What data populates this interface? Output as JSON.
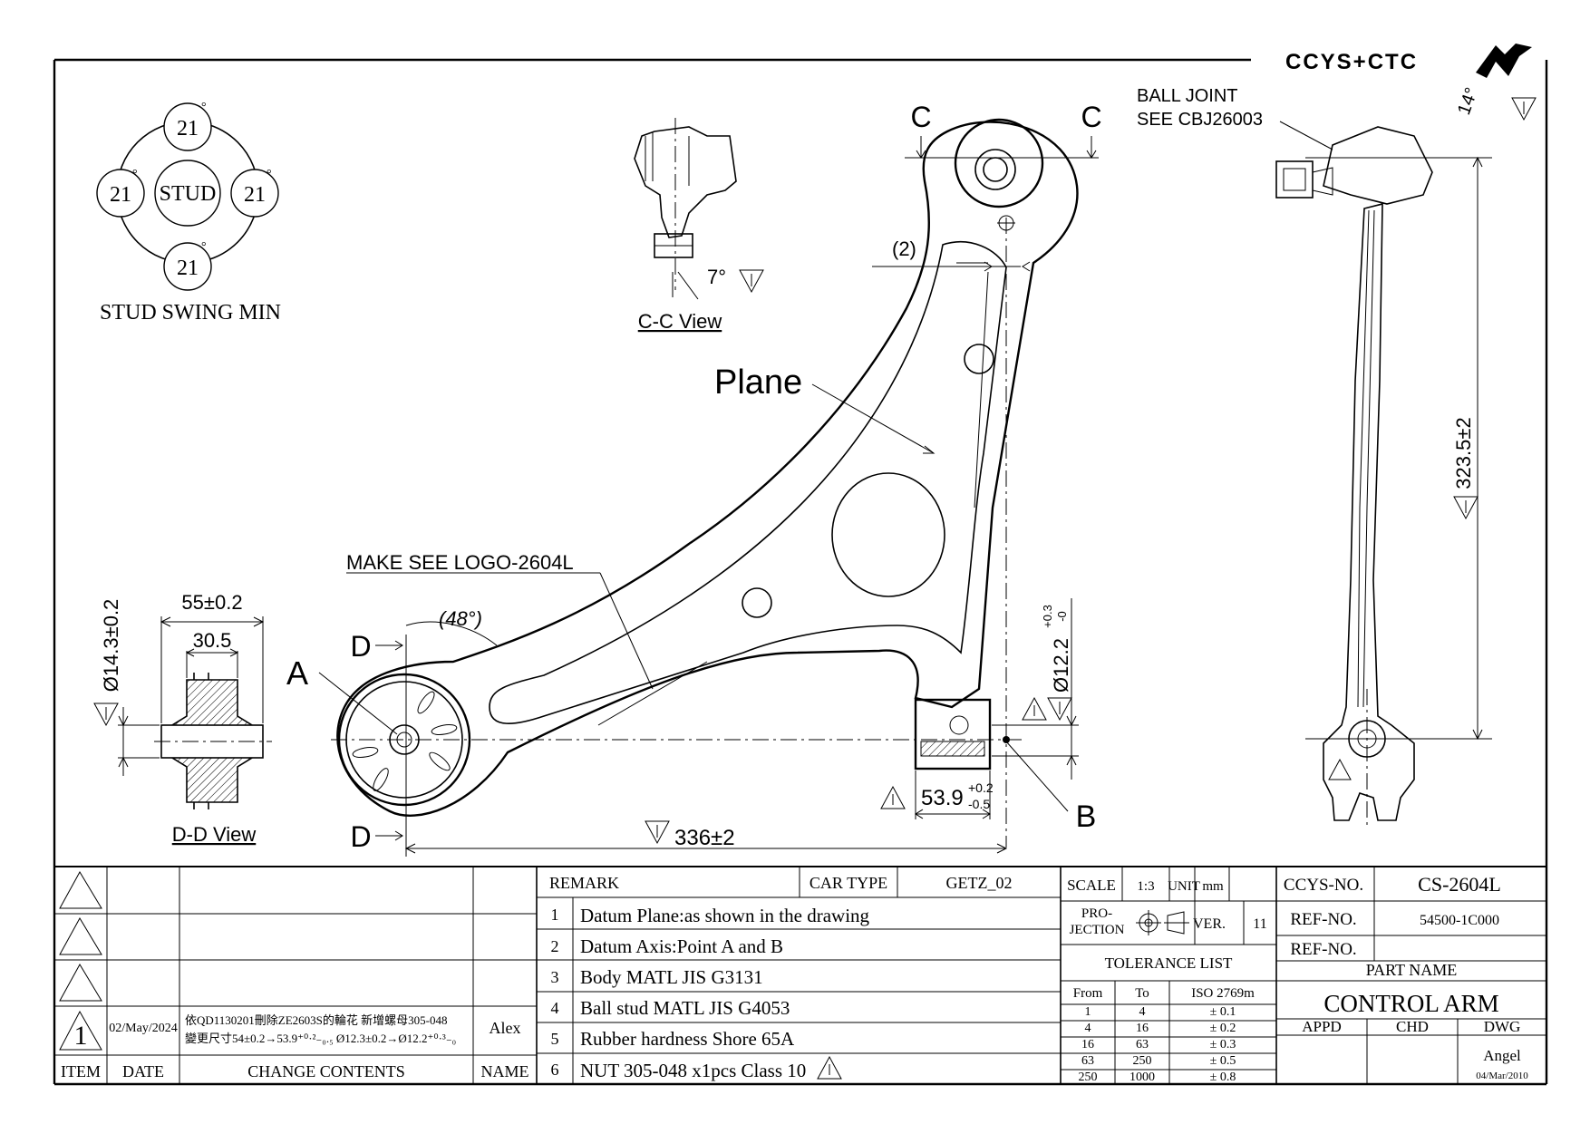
{
  "logo": {
    "text": "CCYS+CTC"
  },
  "stud_swing": {
    "title": "STUD SWING MIN",
    "center": "STUD",
    "angles": [
      "21",
      "21",
      "21",
      "21"
    ],
    "degree": "°"
  },
  "views": {
    "cc_label": "C-C View",
    "dd_label": "D-D View",
    "section_c": "C",
    "section_d": "D",
    "point_a": "A",
    "point_b": "B"
  },
  "annotations": {
    "plane": "Plane",
    "make_logo": "MAKE SEE LOGO-2604L",
    "ball_joint_1": "BALL JOINT",
    "ball_joint_2": "SEE CBJ26003",
    "ref_dim": "(2)",
    "angle_48": "(48°)",
    "angle_7": "7°",
    "angle_14": "14°"
  },
  "dimensions": {
    "d55": "55±0.2",
    "d30": "30.5",
    "d14": "Ø14.3±0.2",
    "d336": "336±2",
    "d539": "53.9",
    "d539_sup": "+0.2",
    "d539_sub": "-0.5",
    "d122": "Ø12.2",
    "d122_sup": "+0.3",
    "d122_sub": "-0",
    "d323": "323.5±2"
  },
  "change_block": {
    "headers": [
      "ITEM",
      "DATE",
      "CHANGE CONTENTS",
      "NAME"
    ],
    "rev": "1",
    "date": "02/May/2024",
    "content_1": "依QD1130201刪除ZE2603S的輪花 新增螺母305-048",
    "content_2": "變更尺寸54±0.2→53.9⁺⁰·²₋₀.₅ Ø12.3±0.2→Ø12.2⁺⁰·³₋₀",
    "name": "Alex"
  },
  "remarks": {
    "header": "REMARK",
    "car_type_label": "CAR TYPE",
    "car_type": "GETZ_02",
    "items": [
      {
        "no": "1",
        "text": "Datum Plane:as shown in the drawing"
      },
      {
        "no": "2",
        "text": "Datum Axis:Point A and B"
      },
      {
        "no": "3",
        "text": "Body MATL JIS G3131"
      },
      {
        "no": "4",
        "text": "Ball stud MATL JIS G4053"
      },
      {
        "no": "5",
        "text": "Rubber hardness Shore 65A"
      },
      {
        "no": "6",
        "text": "NUT 305-048 x1pcs Class 10"
      }
    ]
  },
  "info": {
    "scale_label": "SCALE",
    "scale": "1:3",
    "unit_label": "UNIT",
    "unit": "mm",
    "projection_label": "PRO-\nJECTION",
    "ver_label": "VER.",
    "ver": "11",
    "tolerance_title": "TOLERANCE LIST",
    "tol_headers": [
      "From",
      "To",
      "ISO 2769m"
    ],
    "tol_rows": [
      [
        "1",
        "4",
        "± 0.1"
      ],
      [
        "4",
        "16",
        "± 0.2"
      ],
      [
        "16",
        "63",
        "± 0.3"
      ],
      [
        "63",
        "250",
        "± 0.5"
      ],
      [
        "250",
        "1000",
        "± 0.8"
      ]
    ]
  },
  "title_block": {
    "ccys_label": "CCYS-NO.",
    "ccys": "CS-2604L",
    "ref_label": "REF-NO.",
    "ref": "54500-1C000",
    "ref2_label": "REF-NO.",
    "ref2": "",
    "part_name_label": "PART NAME",
    "part_name": "CONTROL ARM",
    "appd": "APPD",
    "chd": "CHD",
    "dwg": "DWG",
    "dwg_name": "Angel",
    "dwg_date": "04/Mar/2010"
  }
}
